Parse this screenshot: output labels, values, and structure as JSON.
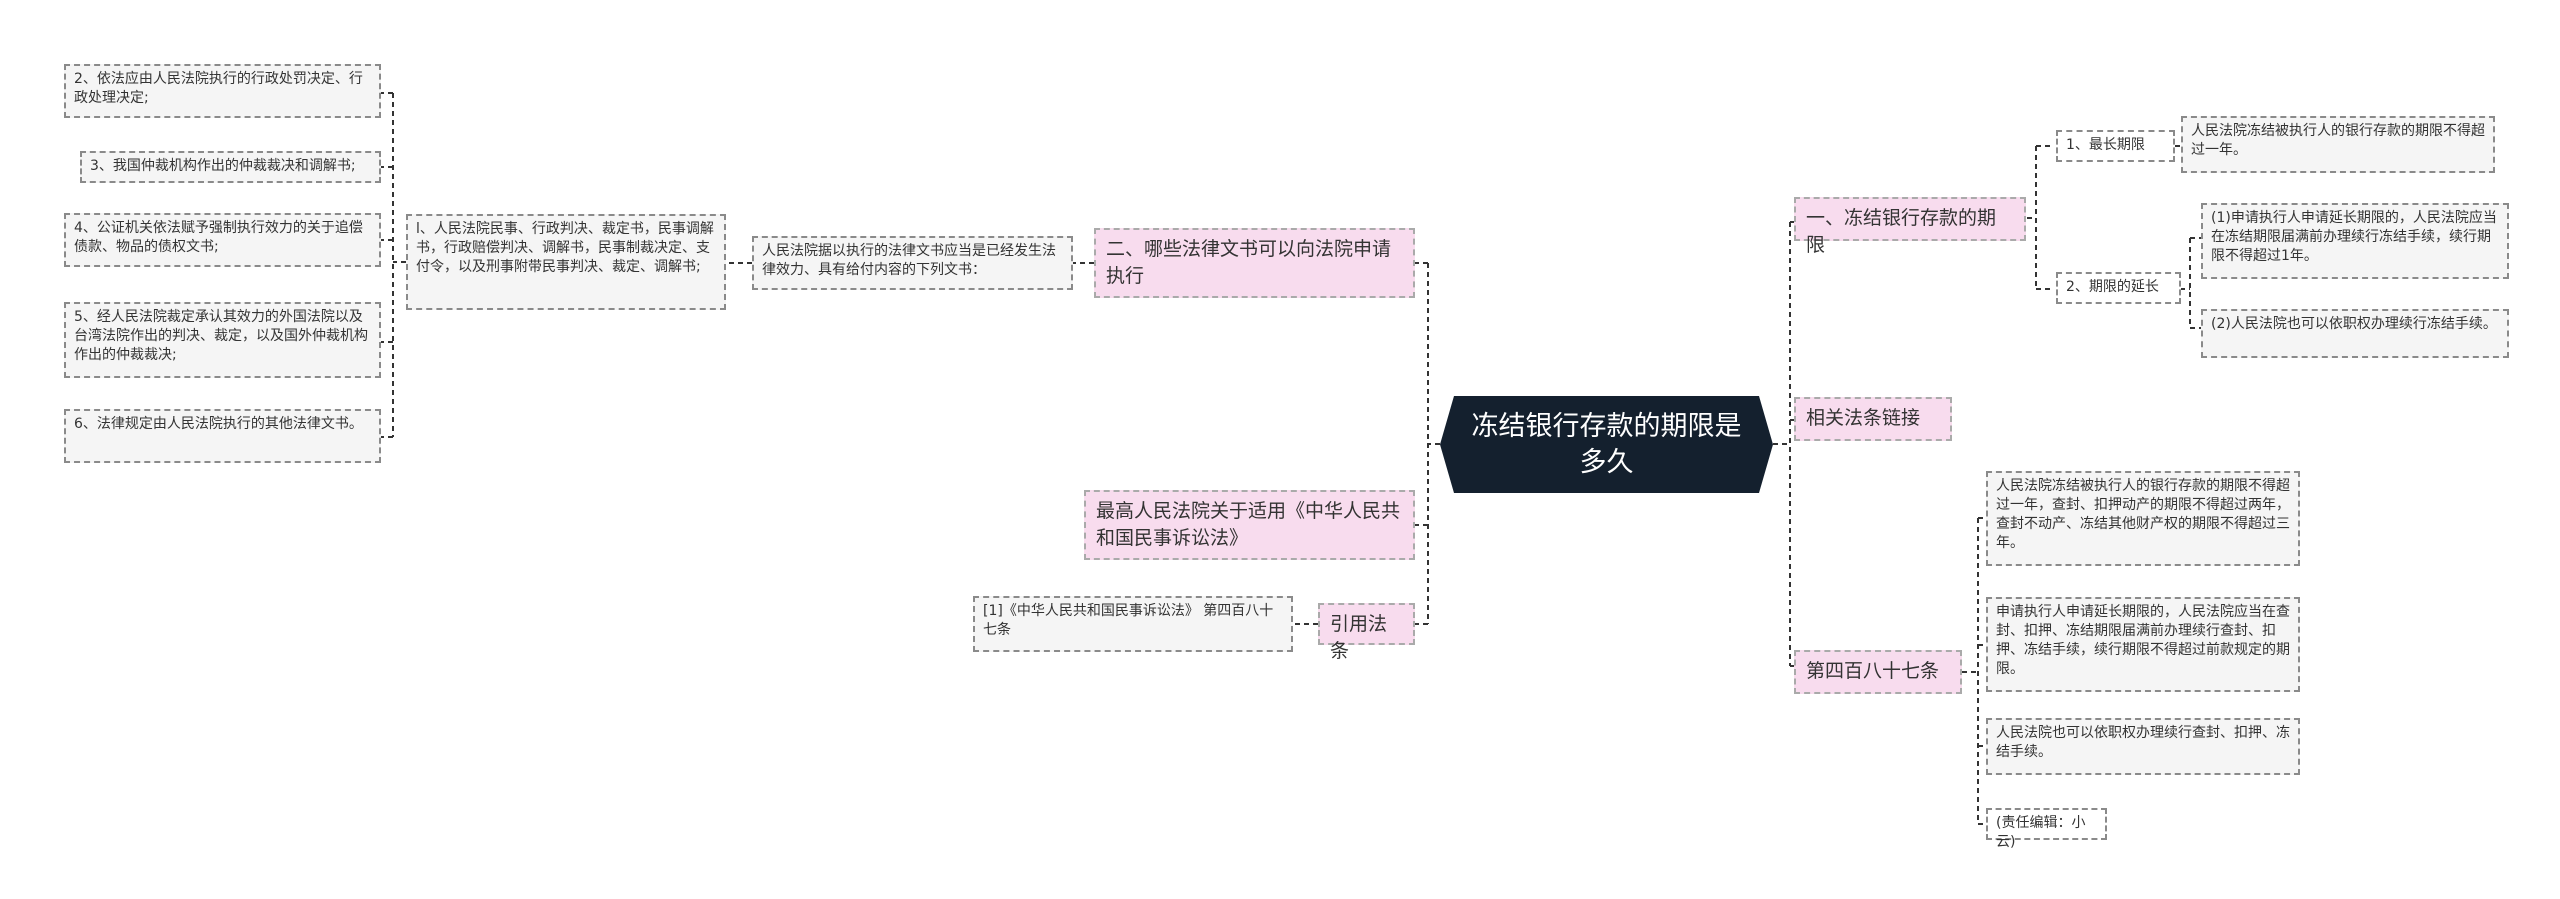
{
  "colors": {
    "root_fill": "#14202e",
    "topic_fill": "#f8dcee",
    "leaf_fill": "#f5f5f5",
    "connector": "#333333"
  },
  "root": "冻结银行存款的期限是多久",
  "right": {
    "period": {
      "title": "一、冻结银行存款的期限",
      "longest": {
        "label": "1、最长期限",
        "text": "人民法院冻结被执行人的银行存款的期限不得超过一年。"
      },
      "extension": {
        "label": "2、期限的延长",
        "items": [
          "(1)申请执行人申请延长期限的，人民法院应当在冻结期限届满前办理续行冻结手续，续行期限不得超过1年。",
          "(2)人民法院也可以依职权办理续行冻结手续。"
        ]
      }
    },
    "links_title": "相关法条链接",
    "article": {
      "title": "第四百八十七条",
      "items": [
        "人民法院冻结被执行人的银行存款的期限不得超过一年，查封、扣押动产的期限不得超过两年，查封不动产、冻结其他财产权的期限不得超过三年。",
        "申请执行人申请延长期限的，人民法院应当在查封、扣押、冻结期限届满前办理续行查封、扣押、冻结手续，续行期限不得超过前款规定的期限。",
        "人民法院也可以依职权办理续行查封、扣押、冻结手续。",
        "(责任编辑：小云)"
      ]
    }
  },
  "left": {
    "documents": {
      "title": "二、哪些法律文书可以向法院申请执行",
      "intro": "人民法院据以执行的法律文书应当是已经发生法律效力、具有给付内容的下列文书：",
      "first": "l、人民法院民事、行政判决、裁定书，民事调解书，行政赔偿判决、调解书，民事制裁决定、支付令，以及刑事附带民事判决、裁定、调解书;",
      "items": [
        "2、依法应由人民法院执行的行政处罚决定、行政处理决定;",
        "3、我国仲裁机构作出的仲裁裁决和调解书;",
        "4、公证机关依法赋予强制执行效力的关于追偿债款、物品的债权文书;",
        "5、经人民法院裁定承认其效力的外国法院以及台湾法院作出的判决、裁定，以及国外仲裁机构作出的仲裁裁决;",
        "6、法律规定由人民法院执行的其他法律文书。"
      ]
    },
    "interpretation": "最高人民法院关于适用《中华人民共和国民事诉讼法》",
    "citation": {
      "title": "引用法条",
      "item": "[1]《中华人民共和国民事诉讼法》 第四百八十七条"
    }
  }
}
